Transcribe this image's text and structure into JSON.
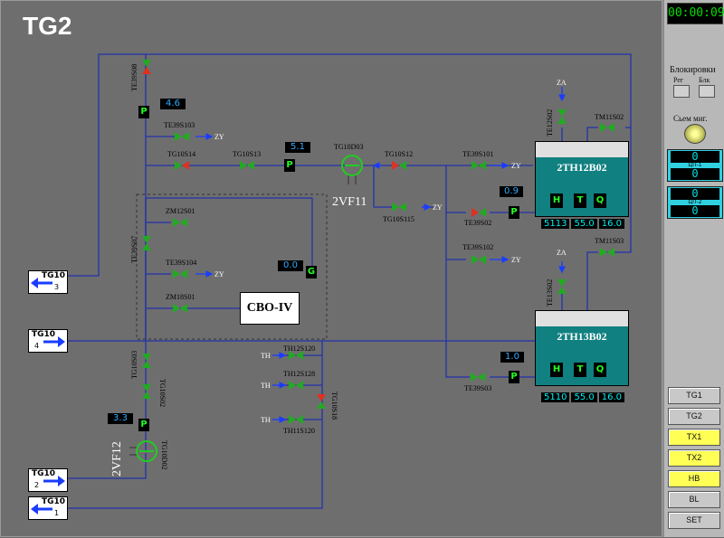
{
  "title": "TG2",
  "clock": "00:00:09",
  "side": {
    "block_label": "Блокировки",
    "reg_label": "Рег",
    "blk_label": "Блк",
    "sem_label": "Сьем миг.",
    "counters": [
      {
        "top": "0",
        "name": "ЦП-1",
        "bottom": "0"
      },
      {
        "top": "0",
        "name": "ЦП-2",
        "bottom": "0"
      }
    ],
    "buttons": [
      "TG1",
      "TG2",
      "TX1",
      "TX2",
      "HB",
      "BL",
      "SET"
    ]
  },
  "tanks": [
    {
      "name": "2TH12B02",
      "h": "H",
      "t": "T",
      "q": "Q",
      "vals": [
        "5113",
        "55.0",
        "16.0"
      ]
    },
    {
      "name": "2TH13B02",
      "h": "H",
      "t": "T",
      "q": "Q",
      "vals": [
        "5110",
        "55.0",
        "16.0"
      ]
    }
  ],
  "pumps": [
    {
      "name": "TG10D03",
      "label": "2VF11"
    },
    {
      "name": "TG10D02",
      "label": "2VF12"
    }
  ],
  "readouts": {
    "r1": "4.6",
    "r2": "5.1",
    "r3": "0.9",
    "r4": "0.0",
    "r5": "1.0",
    "r6": "3.3"
  },
  "sensor_letters": {
    "p": "P",
    "g": "G"
  },
  "cbo": "CBO-IV",
  "connectors": [
    {
      "name": "TG10",
      "num": "3",
      "dir": "left"
    },
    {
      "name": "TG10",
      "num": "4",
      "dir": "right"
    },
    {
      "name": "TG10",
      "num": "2",
      "dir": "right"
    },
    {
      "name": "TG10",
      "num": "1",
      "dir": "left"
    }
  ],
  "valve_labels": {
    "TE39S08": "TE39S08",
    "TE39S103": "TE39S103",
    "TG10S14": "TG10S14",
    "TG10S13": "TG10S13",
    "TG10S12": "TG10S12",
    "TE39S101": "TE39S101",
    "TG10S115": "TG10S115",
    "TE39S02": "TE39S02",
    "TE39S102": "TE39S102",
    "TE12S02": "TE12S02",
    "TM11S02": "TM11S02",
    "TM11S03": "TM11S03",
    "TE13S02": "TE13S02",
    "ZM12S01": "ZM12S01",
    "TE39S07": "TE39S07",
    "TE39S104": "TE39S104",
    "ZM18S01": "ZM18S01",
    "TG10S03": "TG10S03",
    "TG10S02": "TG10S02",
    "TH12S120": "TH12S120",
    "TH12S128": "TH12S128",
    "TH11S120": "TH11S120",
    "TG10S18": "TG10S18",
    "TE39S03": "TE39S03"
  },
  "flow_tags": {
    "zy": "ZY",
    "za": "ZA",
    "th": "TH"
  }
}
